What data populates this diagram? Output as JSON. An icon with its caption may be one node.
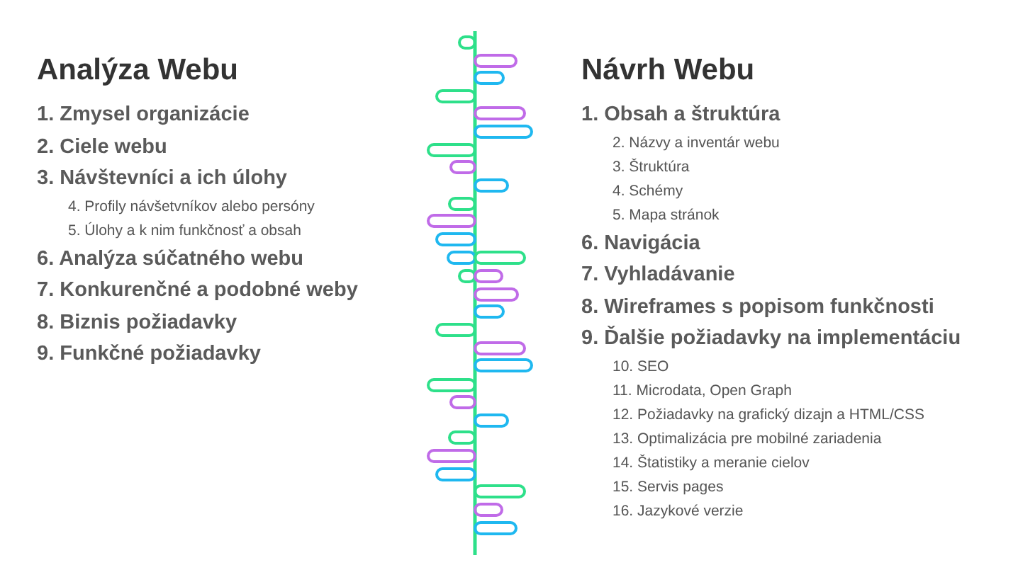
{
  "diagram": {
    "labels": [
      "Analýza Webu",
      "1. Zmysel organizácie",
      "2. Ciele webu",
      "3. Návštevníci a ich úlohy",
      "4. Profily návšetvníkov alebo persóny",
      "5. Úlohy a k nim funkčnosť a obsah",
      "6. Analýza súčatného webu",
      "7. Konkurenčné a podobné weby",
      "8. Biznis požiadavky",
      "9. Funkčné požiadavky",
      "Návrh Webu",
      "1. Obsah a štruktúra",
      "2. Názvy a inventár webu",
      "3. Štruktúra",
      "4. Schémy",
      "5. Mapa stránok",
      "6. Navigácia",
      "7. Vyhladávanie",
      "8. Wireframes s popisom funkčnosti",
      "9. Ďalšie požiadavky na implementáciu",
      "10. SEO",
      "11. Microdata, Open Graph",
      "12. Požiadavky na grafický dizajn a HTML/CSS",
      "13. Optimalizácia pre mobilné zariadenia",
      "14. Štatistiky a meranie cielov",
      "15. Servis pages",
      "16. Jazykové verzie"
    ]
  }
}
